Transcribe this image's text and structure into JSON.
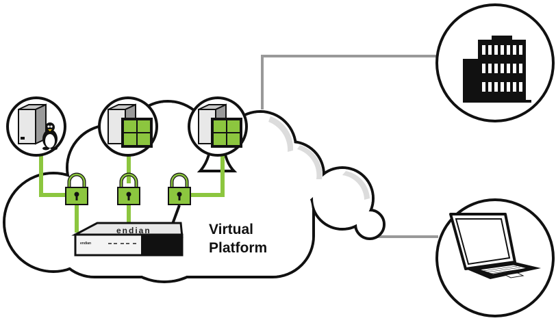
{
  "cloud": {
    "label_line1": "Virtual",
    "label_line2": "Platform"
  },
  "device": {
    "brand_top": "endian",
    "brand_front": "endian"
  },
  "servers": [
    {
      "name": "linux-server",
      "os_icon": "tux-icon"
    },
    {
      "name": "windows-server-1",
      "os_icon": "windows-logo-icon"
    },
    {
      "name": "windows-server-2",
      "os_icon": "windows-logo-icon"
    }
  ],
  "endpoints": [
    {
      "name": "office-building",
      "icon": "building-icon"
    },
    {
      "name": "laptop",
      "icon": "laptop-icon"
    }
  ],
  "colors": {
    "accent_green": "#8cc63f",
    "line_gray": "#999999",
    "outline": "#111111",
    "cloud_shadow": "#d9d9d9"
  }
}
